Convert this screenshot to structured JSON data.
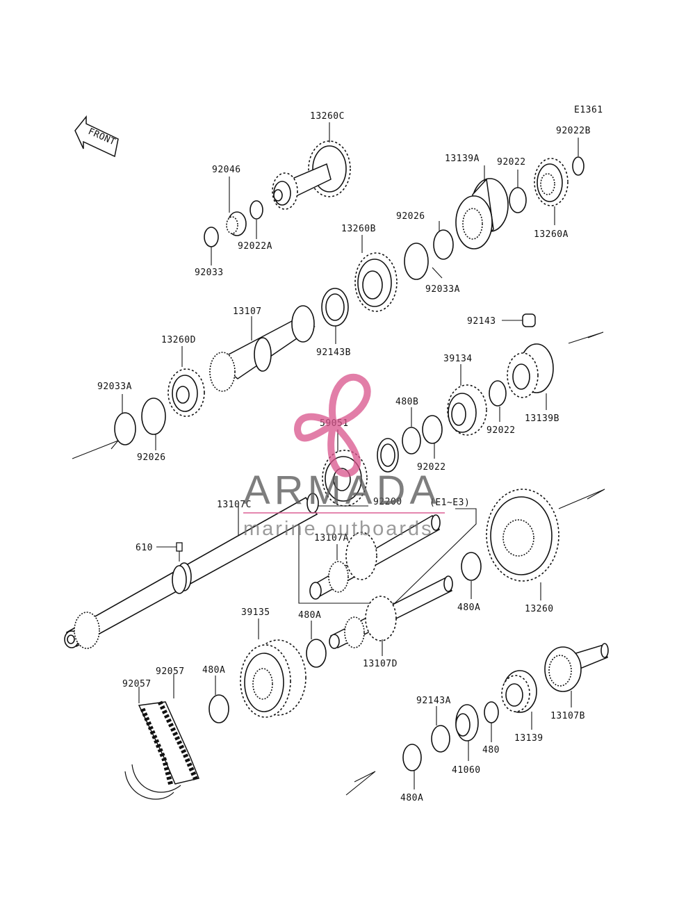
{
  "diagram_code": "E1361",
  "front_label": "FRONT",
  "range_note": "(E1~E3)",
  "watermark": {
    "brand": "ARMADA",
    "tagline": "marine outboards",
    "accent": "#d9548c"
  },
  "labels": {
    "l13260C": "13260C",
    "l92046": "92046",
    "l92022A": "92022A",
    "l92033": "92033",
    "l92022B": "92022B",
    "l92022_top": "92022",
    "l13139A": "13139A",
    "l13260A": "13260A",
    "l92026_top": "92026",
    "l13260B": "13260B",
    "l92033A_top": "92033A",
    "l13107": "13107",
    "l13260D": "13260D",
    "l92143B": "92143B",
    "l92143": "92143",
    "l92033A_left": "92033A",
    "l92026_left": "92026",
    "l39134": "39134",
    "l13139B": "13139B",
    "l480B": "480B",
    "l92022_mid": "92022",
    "l92022_low": "92022",
    "l59051": "59051",
    "l92200": "92200",
    "l13107C": "13107C",
    "l13107A": "13107A",
    "l610": "610",
    "l480A_mid": "480A",
    "l13260": "13260",
    "l39135": "39135",
    "l480A_left": "480A",
    "l13107D": "13107D",
    "l92057_a": "92057",
    "l92057_b": "92057",
    "l480A_low": "480A",
    "l92143A": "92143A",
    "l13107B": "13107B",
    "l13139": "13139",
    "l480": "480",
    "l41060": "41060",
    "l480A_bottom": "480A"
  }
}
